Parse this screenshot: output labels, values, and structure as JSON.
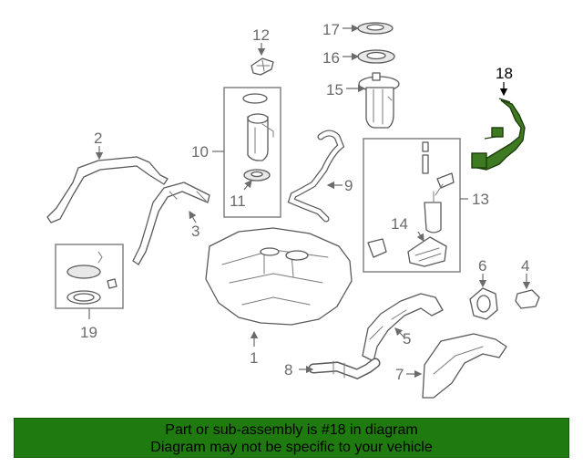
{
  "diagram": {
    "highlight_color": "#2a6a12",
    "labels": {
      "p1": "1",
      "p2": "2",
      "p3": "3",
      "p4": "4",
      "p5": "5",
      "p6": "6",
      "p7": "7",
      "p8": "8",
      "p9": "9",
      "p10": "10",
      "p11": "11",
      "p12": "12",
      "p13": "13",
      "p14": "14",
      "p15": "15",
      "p16": "16",
      "p17": "17",
      "p18": "18",
      "p19": "19"
    }
  },
  "footer": {
    "background": "#1f7a0f",
    "line1": "Part or sub-assembly is #18 in diagram",
    "line2": "Diagram may not be specific to your vehicle"
  }
}
